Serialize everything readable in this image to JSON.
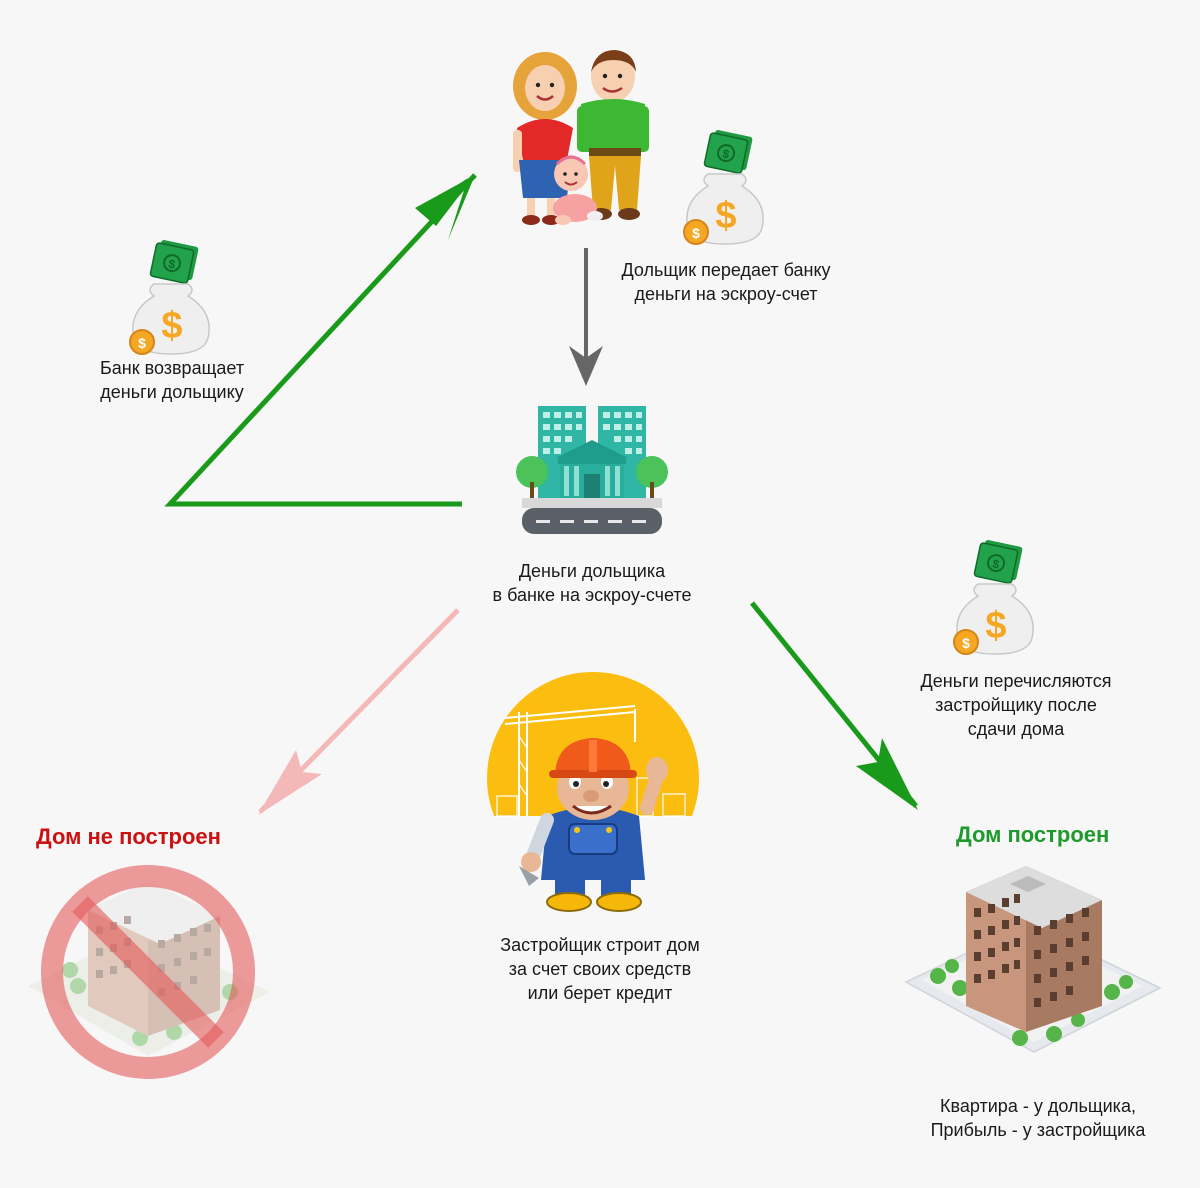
{
  "labels": {
    "investor_transfers": "Дольщик передает банку\nденьги на эскроу-счет",
    "bank_returns": "Банк возвращает\nденьги дольщику",
    "escrow_in_bank": "Деньги дольщика\nв банке на эскроу-счете",
    "transfer_to_developer": "Деньги перечисляются\nзастройщику после\nсдачи дома",
    "developer_builds": "Застройщик строит дом\nза счет своих средств\nили берет кредит",
    "outcome_success": "Квартира - у дольщика,\nПрибыль - у застройщика"
  },
  "headings": {
    "not_built": "Дом не построен",
    "built": "Дом построен"
  },
  "colors": {
    "success_arrow": "#1a9a1a",
    "failure_arrow": "#f4b8b8",
    "flow_arrow": "#666666",
    "failure_heading": "#cc1111",
    "success_heading": "#1e9a2c",
    "sun": "#fbbe10",
    "money_green": "#22a24a",
    "coin": "#f5a623"
  },
  "icons": {
    "family": "family-icon",
    "bank": "bank-building-icon",
    "money_bag": "money-bag-icon",
    "builder": "builder-icon",
    "house_built": "apartment-building-icon",
    "house_not_built": "prohibited-building-icon"
  }
}
